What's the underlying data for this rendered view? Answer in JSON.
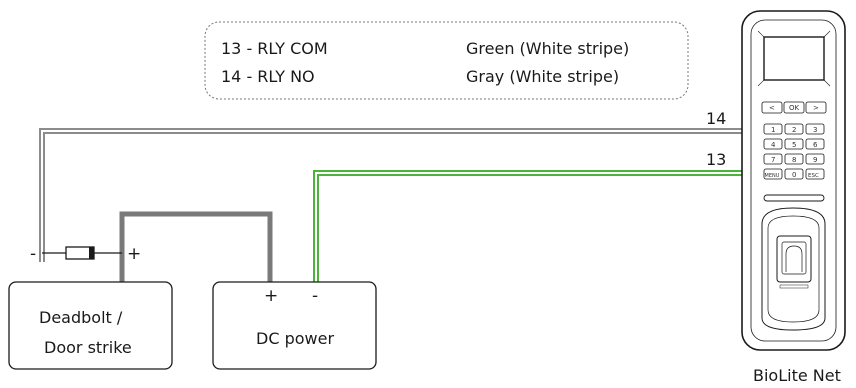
{
  "legend": {
    "rows": [
      {
        "terminal": "13 - RLY COM",
        "wire": "Green (White stripe)"
      },
      {
        "terminal": "14 - RLY NO",
        "wire": "Gray (White stripe)"
      }
    ]
  },
  "wires": {
    "label_14": "14",
    "label_13": "13",
    "gray_color": "#8c8c8c",
    "green_color": "#4db33d"
  },
  "deadbolt": {
    "line1": "Deadbolt /",
    "line2": "Door strike",
    "minus": "-",
    "plus": "+"
  },
  "dc_power": {
    "label": "DC power",
    "plus": "+",
    "minus": "-"
  },
  "device": {
    "name": "BioLite Net",
    "keys": {
      "left": "<",
      "ok": "OK",
      "right": ">",
      "k1": "1",
      "k2": "2",
      "k3": "3",
      "k4": "4",
      "k5": "5",
      "k6": "6",
      "k7": "7",
      "k8": "8",
      "k9": "9",
      "menu": "MENU",
      "k0": "0",
      "esc": "ESC"
    }
  }
}
